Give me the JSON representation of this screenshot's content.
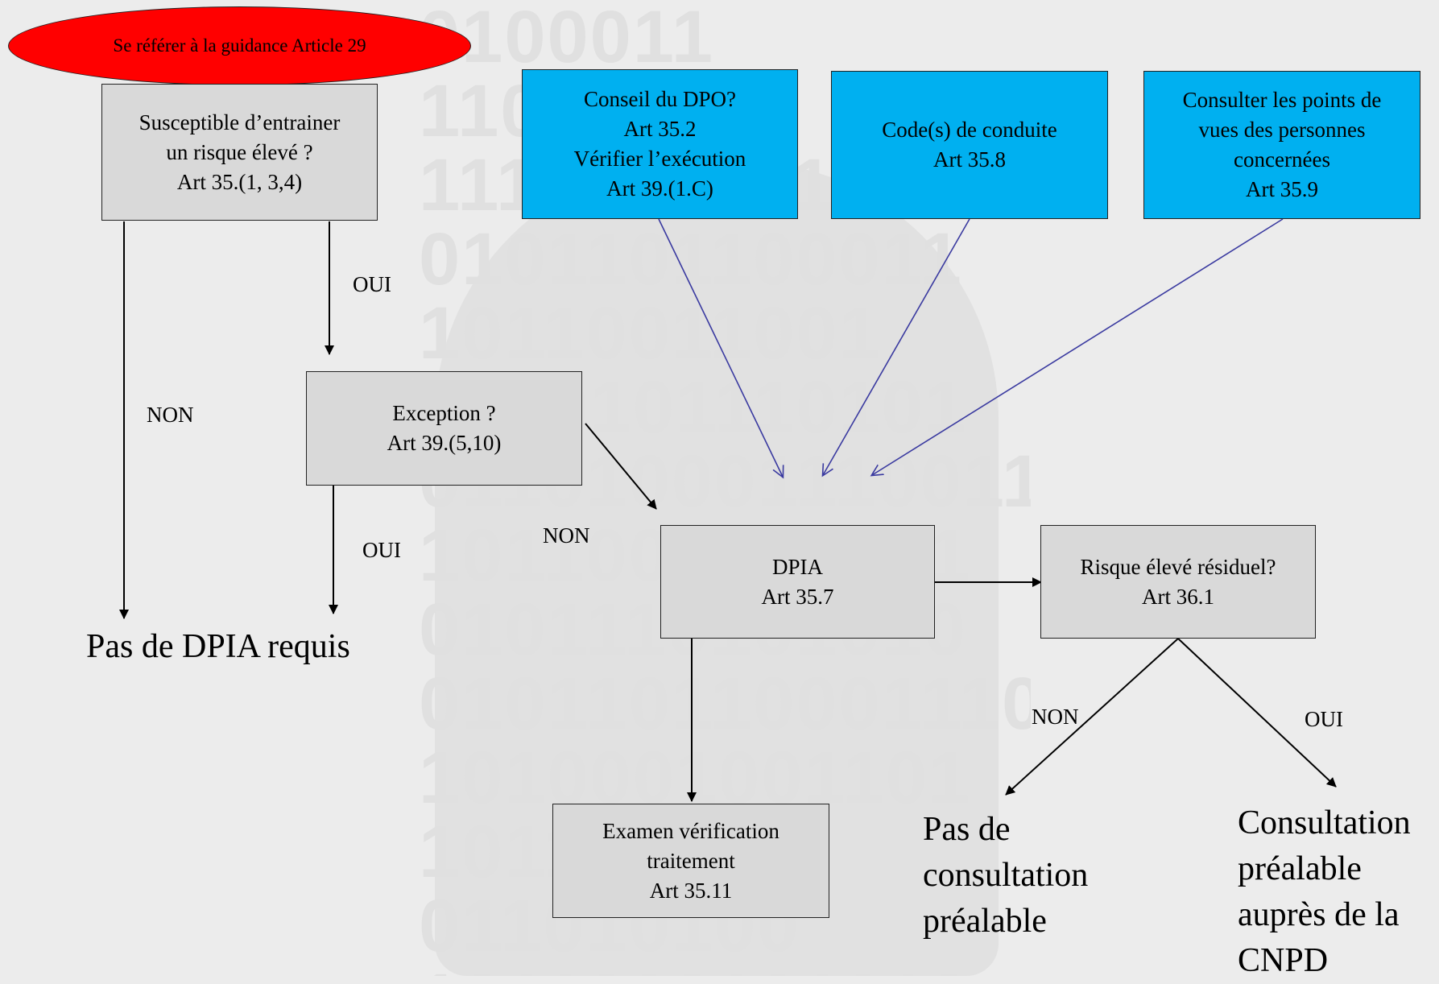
{
  "start": {
    "label": "Se référer à la guidance Article 29"
  },
  "box_risk": {
    "lines": [
      "Susceptible d’entrainer",
      "un risque élevé ?",
      "Art 35.(1, 3,4)"
    ]
  },
  "box_exception": {
    "lines": [
      "Exception ?",
      "Art 39.(5,10)"
    ]
  },
  "box_dpo": {
    "lines": [
      "Conseil du DPO?",
      "Art 35.2",
      "Vérifier l’exécution",
      "Art 39.(1.C)"
    ]
  },
  "box_code": {
    "lines": [
      "Code(s) de conduite",
      "Art 35.8"
    ]
  },
  "box_consult_views": {
    "lines": [
      "Consulter les points de",
      "vues des personnes",
      "concernées",
      "Art 35.9"
    ]
  },
  "box_dpia": {
    "lines": [
      "DPIA",
      "Art 35.7"
    ]
  },
  "box_residual": {
    "lines": [
      "Risque élevé résiduel?",
      "Art 36.1"
    ]
  },
  "box_review": {
    "lines": [
      "Examen vérification",
      "traitement",
      "Art 35.11"
    ]
  },
  "edge_labels": {
    "oui_1": "OUI",
    "non_1": "NON",
    "oui_2": "OUI",
    "non_2": "NON",
    "non_3": "NON",
    "oui_3": "OUI"
  },
  "outcomes": {
    "no_dpia": "Pas de DPIA requis",
    "no_prior_consultation": [
      "Pas de",
      "consultation",
      "préalable"
    ],
    "prior_consultation": [
      "Consultation",
      "préalable",
      "auprès de la",
      "CNPD"
    ]
  },
  "colors": {
    "start_fill": "#ff0000",
    "input_box_fill": "#00b0f0",
    "process_box_fill": "#d9d9d9",
    "input_arrow": "#3a3aa0",
    "flow_arrow": "#000000",
    "background": "#ececec"
  }
}
